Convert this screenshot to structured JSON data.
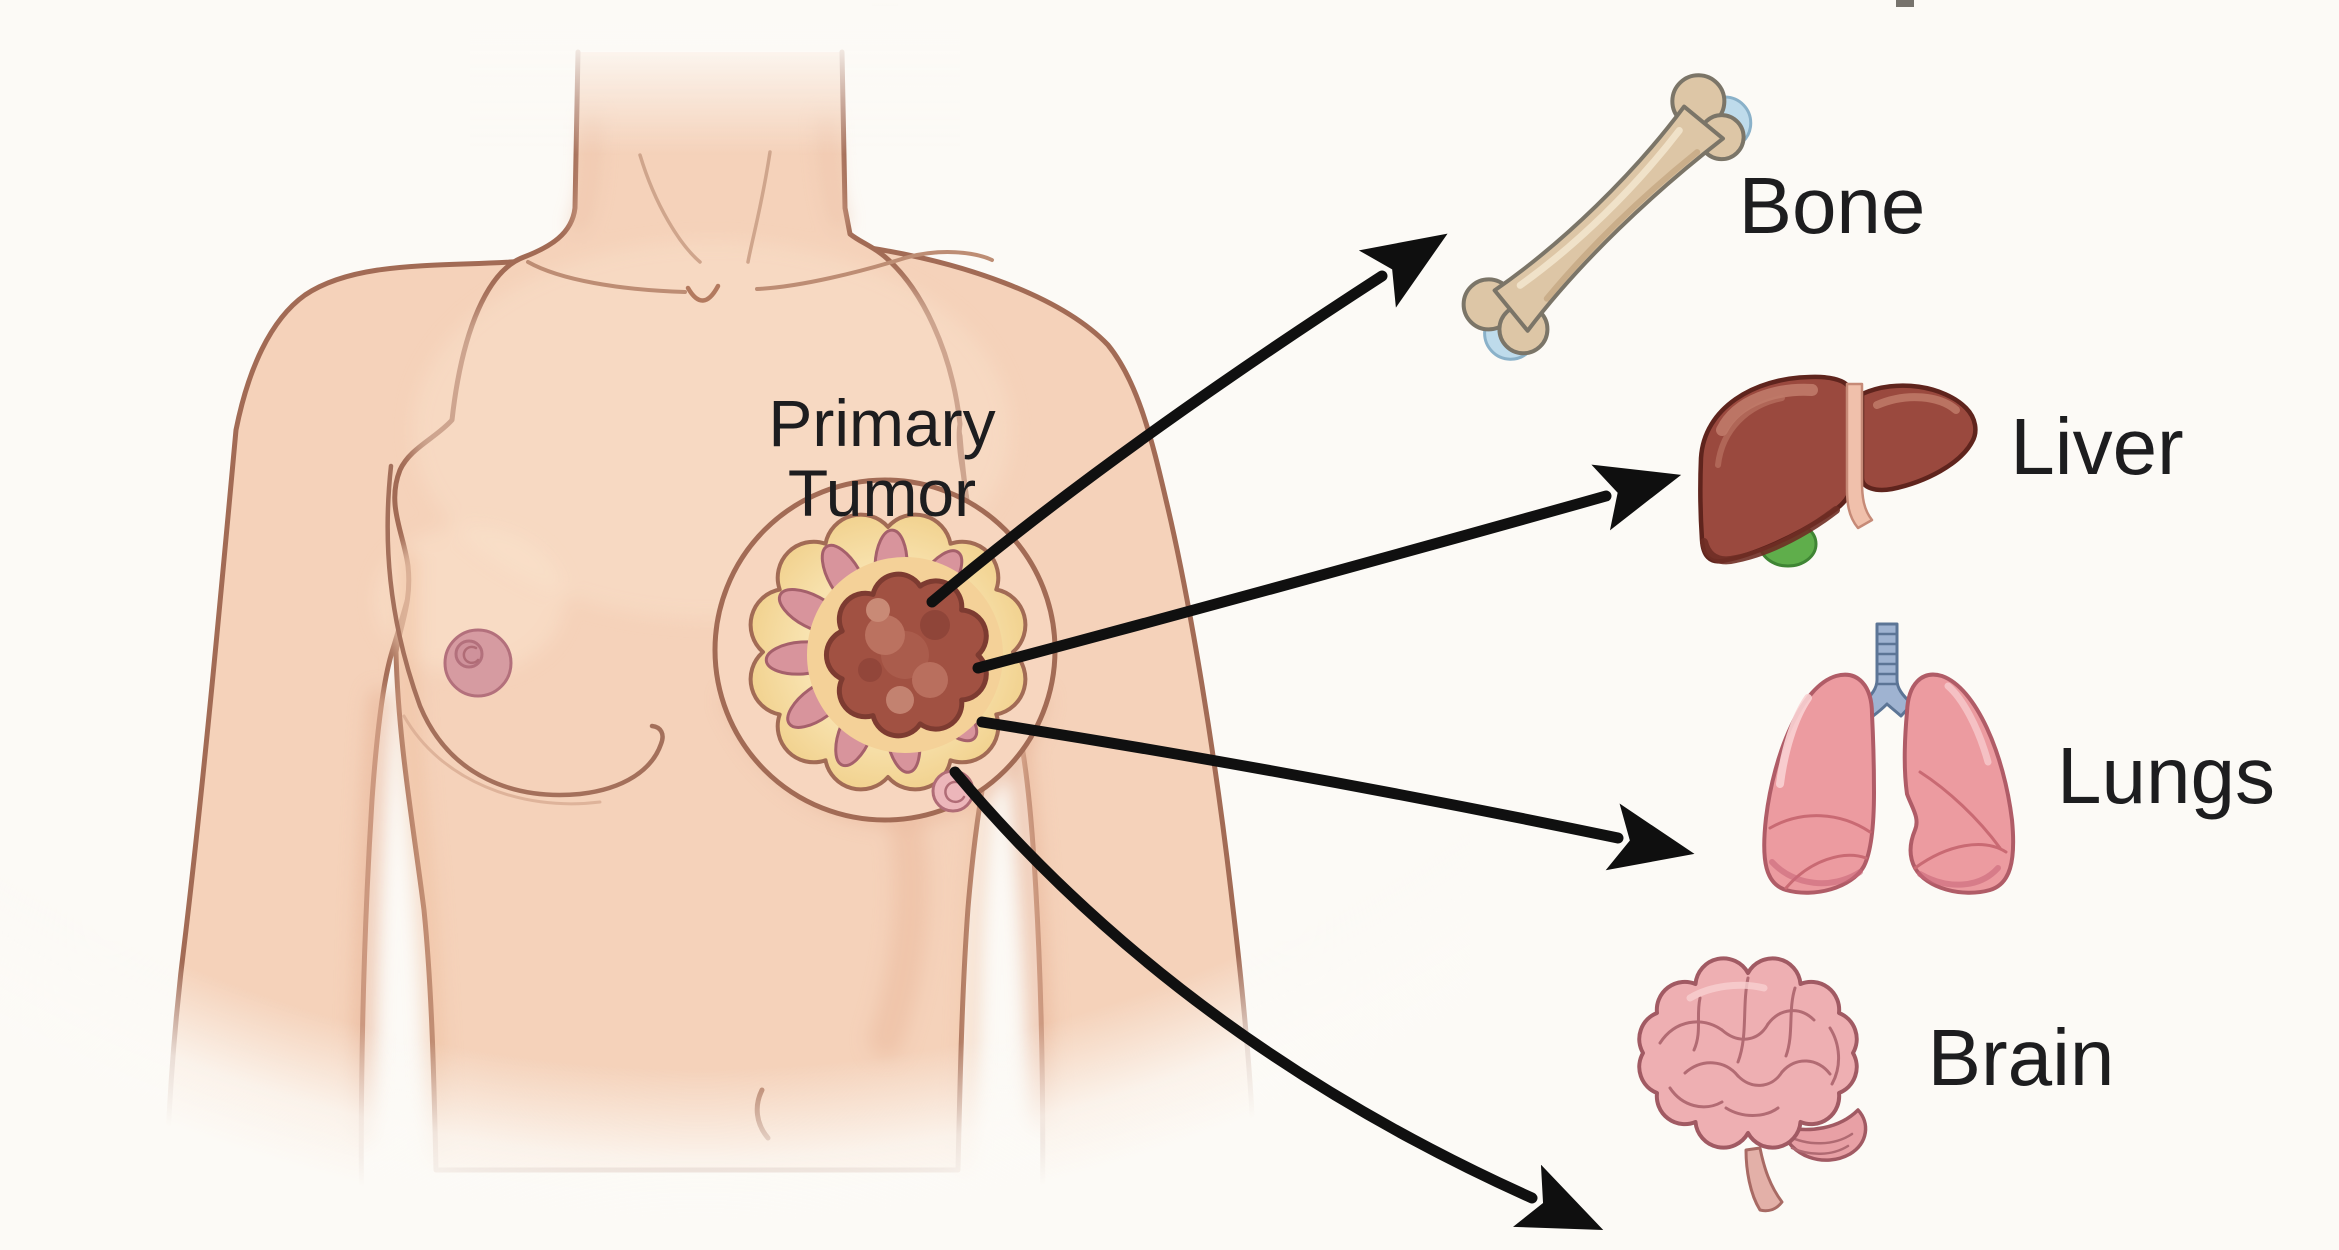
{
  "diagram": {
    "primary_tumor_label": {
      "line1": "Primary",
      "line2": "Tumor"
    },
    "organ_labels": {
      "bone": "Bone",
      "liver": "Liver",
      "lungs": "Lungs",
      "brain": "Brain"
    },
    "connections": [
      {
        "from": "Primary Tumor",
        "to": "Bone"
      },
      {
        "from": "Primary Tumor",
        "to": "Liver"
      },
      {
        "from": "Primary Tumor",
        "to": "Lungs"
      },
      {
        "from": "Primary Tumor",
        "to": "Brain"
      }
    ],
    "colors": {
      "background": "#fcfaf6",
      "skin": "#f5d2ba",
      "skin_outline": "#a26b55",
      "tumor_mass": "#a15142",
      "tumor_ring": "#f4d795",
      "tumor_lobule": "#d8949c",
      "arrow": "#101010",
      "label_text": "#1d1d1f",
      "bone": "#ddc6a6",
      "bone_cartilage": "#bedbeb",
      "liver": "#9a493e",
      "gallbladder": "#5fae4b",
      "lungs": "#ec9ba0",
      "trachea": "#9fb3d1",
      "brain": "#eeafb2"
    }
  }
}
